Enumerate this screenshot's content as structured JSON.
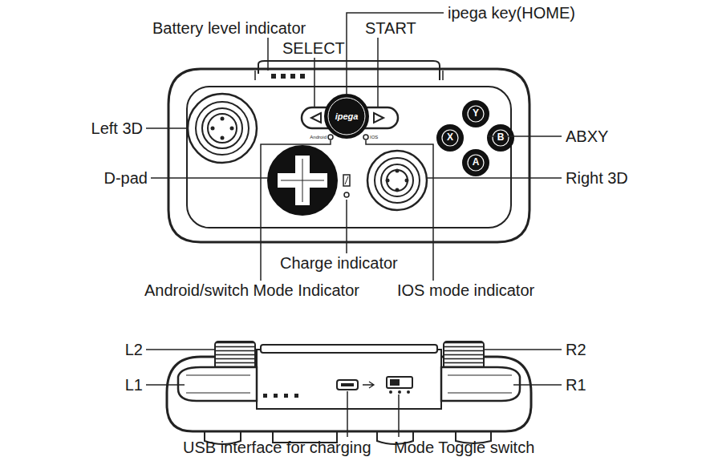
{
  "diagram": {
    "labels": [
      "Battery level indicator",
      "SELECT",
      "START",
      "ipega key(HOME)",
      "ipega",
      "Android",
      "IOS",
      "Left 3D",
      "Y",
      "X",
      "B",
      "A",
      "ABXY",
      "D-pad",
      "Right 3D",
      "Charge indicator",
      "Android/switch Mode Indicator",
      "IOS mode indicator",
      "L2",
      "R2",
      "L1",
      "R1",
      "USB interface for charging",
      "Mode Toggle switch"
    ]
  }
}
